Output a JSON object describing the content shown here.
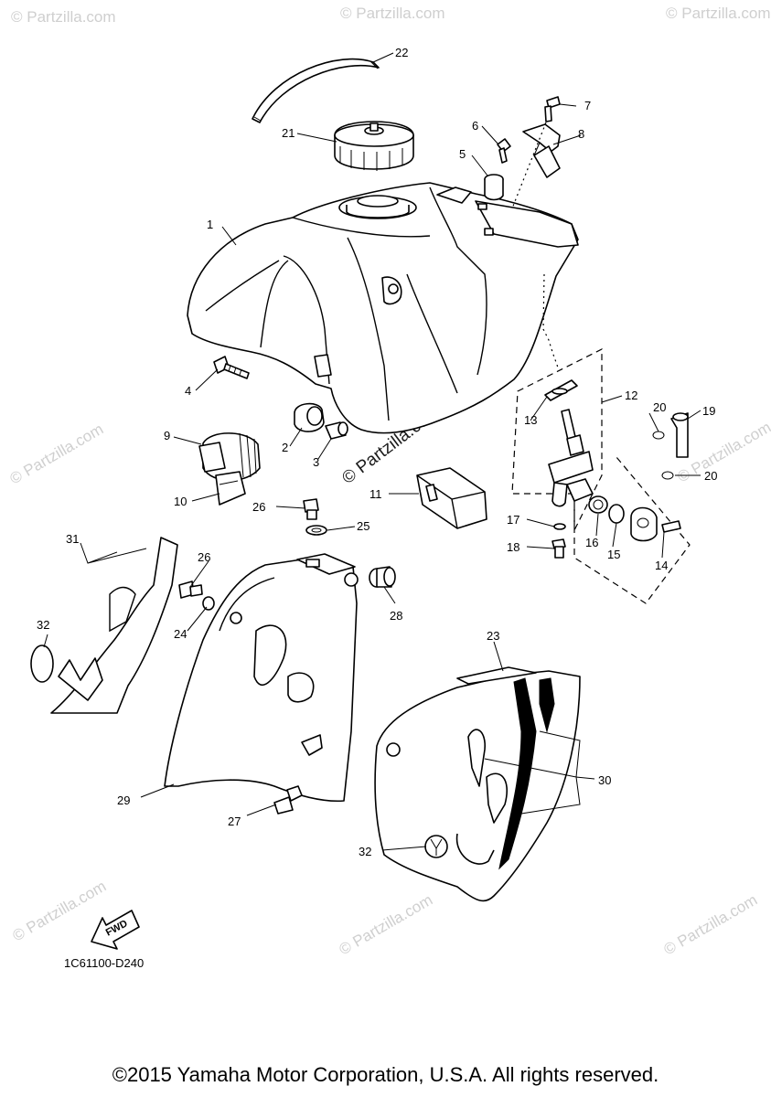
{
  "diagram": {
    "code": "1C61100-D240",
    "copyright": "©2015 Yamaha Motor Corporation, U.S.A. All rights reserved.",
    "fwd_label": "FWD",
    "watermark": "© Partzilla.com",
    "callouts": [
      "1",
      "2",
      "3",
      "4",
      "5",
      "6",
      "7",
      "8",
      "9",
      "10",
      "11",
      "12",
      "13",
      "14",
      "15",
      "16",
      "17",
      "18",
      "19",
      "20",
      "20",
      "21",
      "22",
      "23",
      "24",
      "25",
      "26",
      "26",
      "27",
      "28",
      "29",
      "30",
      "31",
      "32",
      "32"
    ]
  }
}
